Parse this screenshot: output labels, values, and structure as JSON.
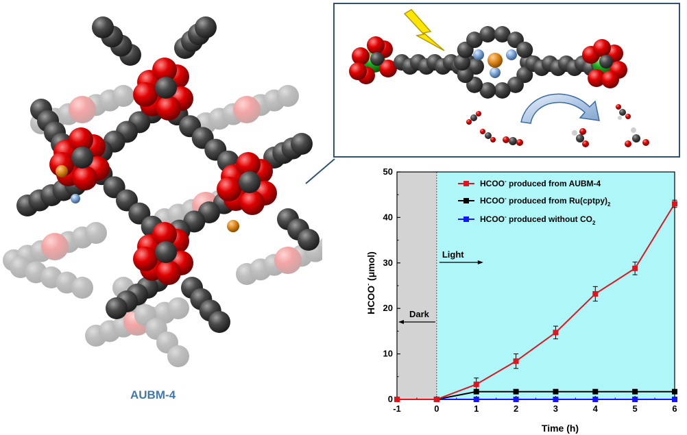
{
  "figure": {
    "mof_label": "AUBM-4",
    "colors": {
      "oxygen": "#d00000",
      "carbon": "#4a4a4a",
      "cluster": "#22aa22",
      "ruthenium": "#e08a1e",
      "nitrogen": "#7fa6d6",
      "frame": "#2e5372",
      "plot_bg": "#aef6f8",
      "dark_bg": "#d3d3d3",
      "red_series": "#e0141e",
      "black_series": "#000000",
      "blue_series": "#1414ff"
    },
    "icons": [
      "lightning-icon",
      "curved-arrow-icon"
    ]
  },
  "chart_data": {
    "type": "line",
    "x": [
      -1,
      0,
      1,
      2,
      3,
      4,
      5,
      6
    ],
    "xlabel": "Time (h)",
    "ylabel": "HCOO- (μmol)",
    "xlim": [
      -1,
      6
    ],
    "ylim": [
      0,
      50
    ],
    "xticks": [
      "-1",
      "0",
      "1",
      "2",
      "3",
      "4",
      "5",
      "6"
    ],
    "yticks": [
      "0",
      "10",
      "20",
      "30",
      "40",
      "50"
    ],
    "grid": false,
    "legend_position": "top-right",
    "series": [
      {
        "name": "HCOO- produced from AUBM-4",
        "color": "#e0141e",
        "values": [
          0,
          0,
          3.3,
          8.4,
          14.7,
          23.2,
          28.8,
          43.0
        ],
        "errors": [
          0,
          0,
          1.4,
          1.6,
          1.4,
          1.6,
          1.4,
          0.8
        ]
      },
      {
        "name": "HCOO- produced from Ru(cptpy)2",
        "color": "#000000",
        "values": [
          0,
          0,
          1.7,
          1.7,
          1.7,
          1.7,
          1.7,
          1.7
        ],
        "errors": [
          0,
          0,
          0,
          0,
          0,
          0,
          0,
          0
        ]
      },
      {
        "name": "HCOO- produced without CO2",
        "color": "#1414ff",
        "values": [
          0,
          0,
          0,
          0,
          0,
          0,
          0,
          0
        ],
        "errors": [
          0,
          0,
          0,
          0,
          0,
          0,
          0,
          0
        ]
      }
    ],
    "legend": {
      "red_main": "HCOO",
      "red_sup": "-",
      "red_rest": " produced from AUBM-4",
      "black_main": "HCOO",
      "black_sup": "-",
      "black_rest": " produced from Ru(cptpy)",
      "black_sub": "2",
      "blue_main": "HCOO",
      "blue_sup": "-",
      "blue_rest": " produced without CO",
      "blue_sub": "2"
    },
    "ylabel_parts": {
      "main": "HCOO",
      "sup": "-",
      "rest": " (μmol)"
    },
    "annotations": {
      "light": "Light",
      "dark": "Dark"
    },
    "dark_region": [
      -1,
      0
    ]
  }
}
